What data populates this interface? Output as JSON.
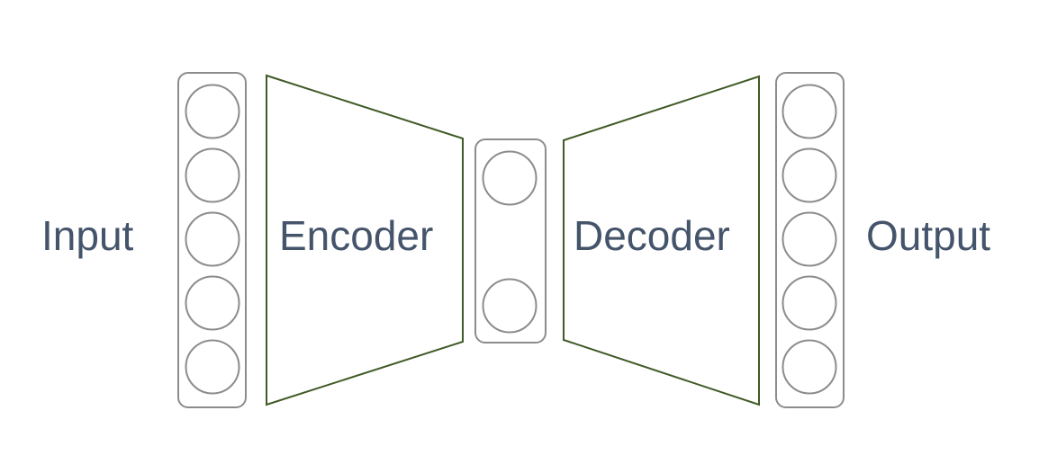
{
  "labels": {
    "input": "Input",
    "encoder": "Encoder",
    "decoder": "Decoder",
    "output": "Output"
  },
  "layers": {
    "input_nodes": 5,
    "latent_nodes": 2,
    "output_nodes": 5
  },
  "colors": {
    "text": "#44546a",
    "node_stroke": "#8c8c8c",
    "block_stroke": "#3f5a26"
  }
}
